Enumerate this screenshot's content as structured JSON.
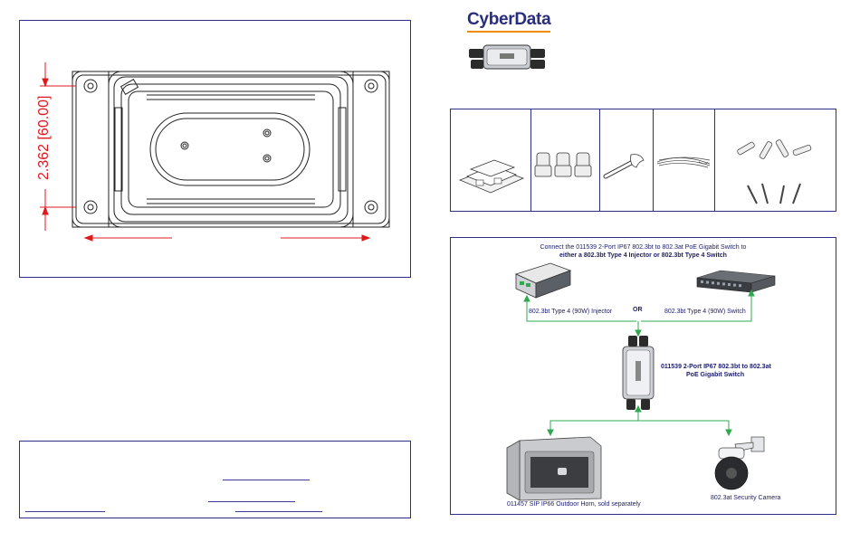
{
  "brand": {
    "name": "CyberData",
    "bar_color": "#f08a00",
    "text_color": "#2a2d7c"
  },
  "drawing": {
    "dimension_label": "2.362 [60.00]",
    "dimension_color": "#e0181e"
  },
  "diagram": {
    "heading_line1": "Connect the 011539 2-Port IP67 802.3bt to 802.3at PoE Gigabit Switch to",
    "heading_line2": "either a 802.3bt Type 4 Injector or 802.3bt Type 4 Switch",
    "injector_label": "802.3bt Type 4 (90W) Injector",
    "or_label": "OR",
    "switch_label": "802.3bt Type 4 (90W) Switch",
    "device_line1": "011539 2-Port IP67 802.3bt to 802.3at",
    "device_line2": "PoE Gigabit Switch",
    "horn_label": "011457 SIP IP66 Outdoor Horn, sold separately",
    "camera_label": "802.3at Security Camera",
    "line_color": "#2fa84f"
  },
  "accessories": [
    "switch-unit",
    "cable-glands",
    "wrench",
    "cable-ties",
    "anchors-and-screws"
  ]
}
